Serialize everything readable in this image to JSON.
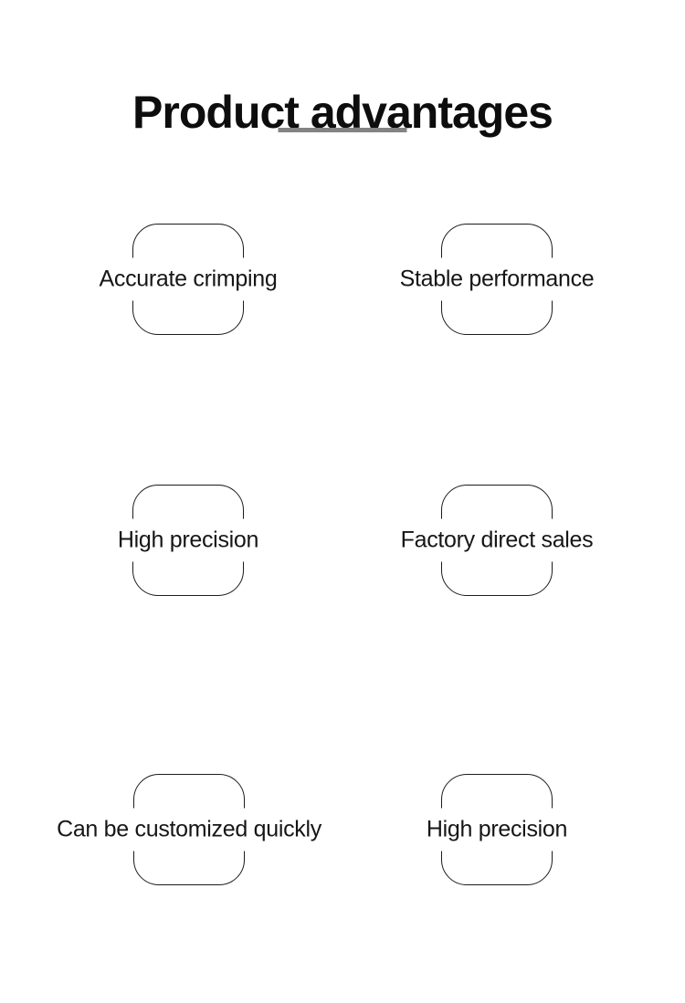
{
  "page": {
    "background_color": "#ffffff"
  },
  "header": {
    "title": "Product advantages",
    "title_color": "#0d0d0d",
    "divider_color": "#838383"
  },
  "advantages": [
    {
      "label": "Accurate crimping"
    },
    {
      "label": "Stable performance"
    },
    {
      "label": "High precision"
    },
    {
      "label": "Factory direct sales"
    },
    {
      "label": "Can be customized quickly"
    },
    {
      "label": "High precision"
    }
  ]
}
